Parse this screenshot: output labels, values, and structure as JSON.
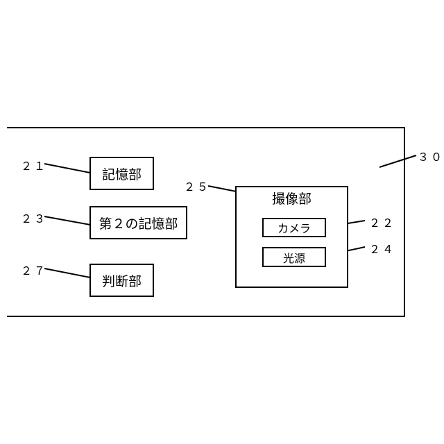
{
  "outer_frame": {
    "ref": "３０"
  },
  "storage": {
    "label": "記憶部",
    "ref": "２１"
  },
  "second_storage": {
    "label": "第２の記憶部",
    "ref": "２３"
  },
  "judgment": {
    "label": "判断部",
    "ref": "２７"
  },
  "imaging": {
    "label": "撮像部",
    "ref": "２５",
    "camera": {
      "label": "カメラ",
      "ref": "２２"
    },
    "light": {
      "label": "光源",
      "ref": "２４"
    }
  }
}
